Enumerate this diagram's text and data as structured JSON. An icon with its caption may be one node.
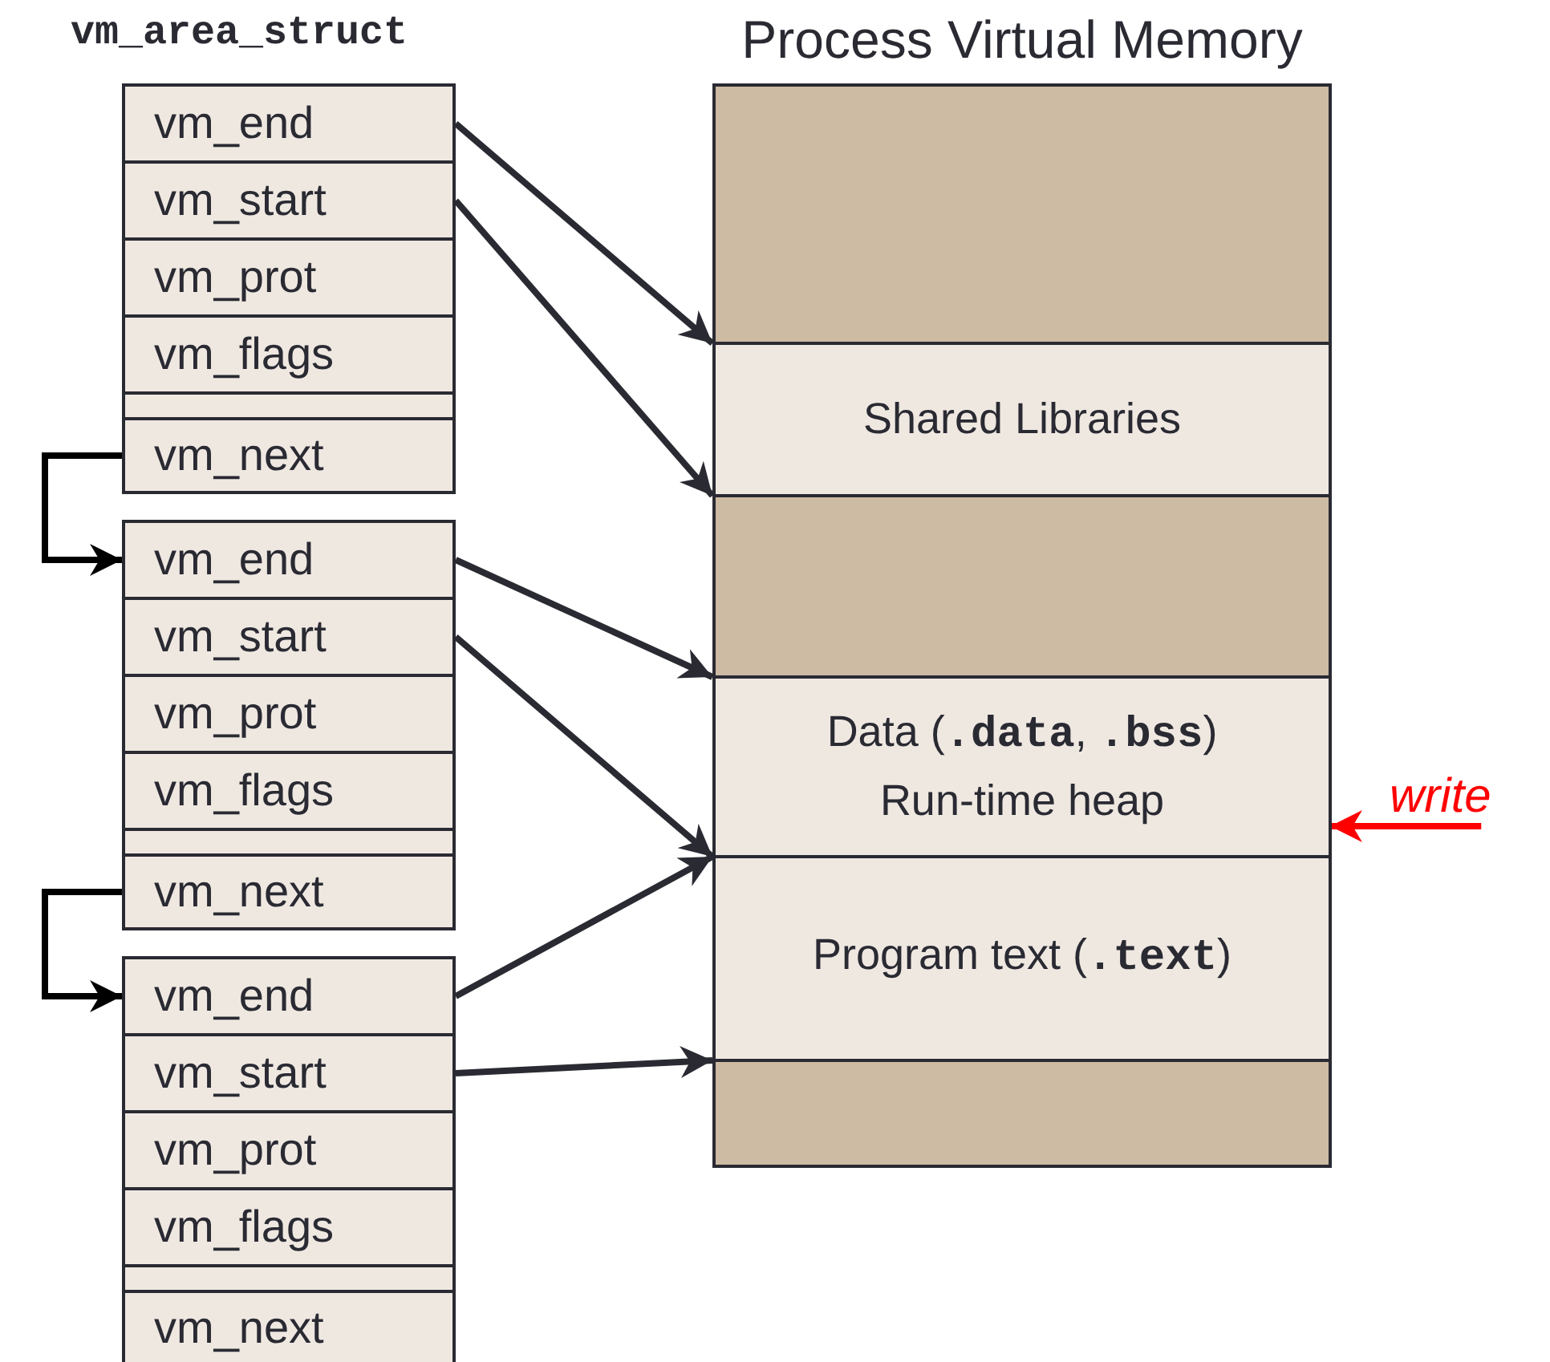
{
  "diagram": {
    "nodes": [
      {
        "text": [
          "vm_end"
        ]
      },
      {
        "text": [
          "vm_start"
        ]
      },
      {
        "text": [
          "vm_prot"
        ]
      },
      {
        "text": [
          "vm_flags"
        ]
      },
      {
        "text": [],
        "shape": "bar"
      },
      {
        "text": [
          "vm_next"
        ]
      },
      {
        "text": [
          "vm_end"
        ]
      },
      {
        "text": [
          "vm_start"
        ]
      },
      {
        "text": [
          "vm_prot"
        ]
      },
      {
        "text": [
          "vm_flags"
        ]
      },
      {
        "text": [],
        "shape": "bar"
      },
      {
        "text": [
          "vm_next"
        ]
      },
      {
        "text": [
          "vm_end"
        ]
      },
      {
        "text": [
          "vm_start"
        ]
      },
      {
        "text": [
          "vm_prot"
        ]
      },
      {
        "text": [
          "vm_flags"
        ]
      },
      {
        "text": [],
        "shape": "bar"
      },
      {
        "text": [
          "vm_next"
        ]
      },
      {
        "text": [
          "Process Virtual Memory"
        ]
      },
      {
        "text": [],
        "shape": "box",
        "in": 18
      },
      {
        "text": [
          "Shared Libraries"
        ],
        "in": 18
      },
      {
        "text": [],
        "shape": "box",
        "in": 18
      },
      {
        "text": [
          "Data (**.data**, **.bss**) Run-time heap"
        ],
        "in": 18
      },
      {
        "text": [
          "Program text (**.text**)"
        ],
        "in": 18
      },
      {
        "text": [],
        "shape": "box",
        "in": 18
      },
      {
        "text": [
          "write"
        ]
      }
    ],
    "edges": [
      {
        "from": 0,
        "to": 20,
        "arrow": "to"
      },
      {
        "from": 1,
        "to": 21,
        "arrow": "to"
      },
      {
        "from": 5,
        "to": 6,
        "arrow": "to"
      },
      {
        "from": 6,
        "to": 22,
        "arrow": "to"
      },
      {
        "from": 7,
        "to": 23,
        "arrow": "to"
      },
      {
        "from": 11,
        "to": 12,
        "arrow": "to"
      },
      {
        "from": 12,
        "to": 23,
        "arrow": "to"
      },
      {
        "from": 13,
        "to": 24,
        "arrow": "to"
      },
      {
        "from": 25,
        "to": 22,
        "arrow": "to",
        "color": "#ff0000"
      }
    ],
    "labels": [
      "vm_area_struct"
    ]
  }
}
